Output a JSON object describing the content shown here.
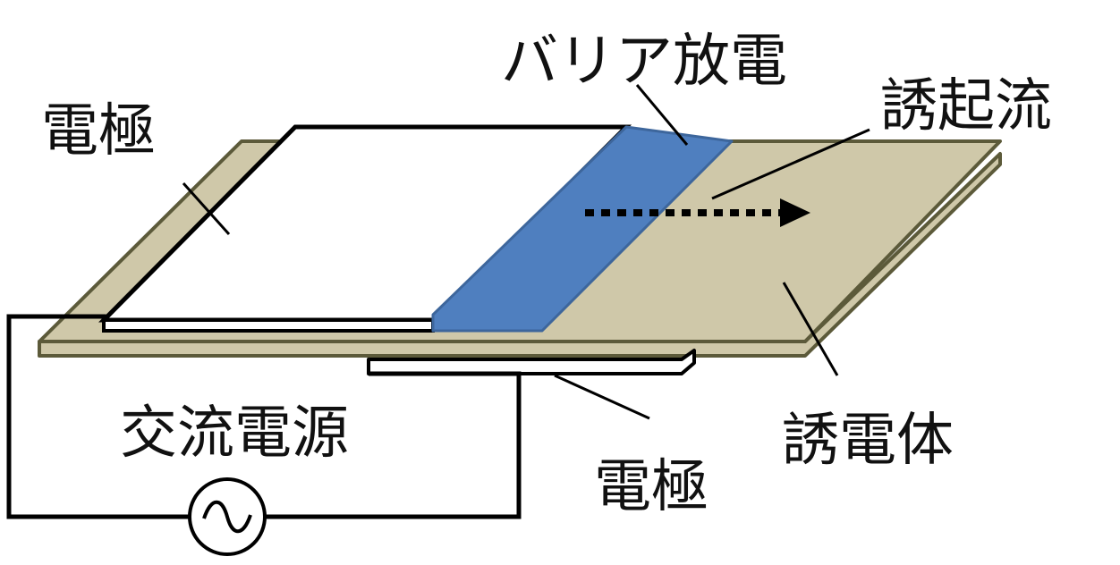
{
  "labels": {
    "top_electrode": "電極",
    "barrier_discharge": "バリア放電",
    "induced_flow": "誘起流",
    "ac_power_supply": "交流電源",
    "dielectric": "誘電体",
    "bottom_electrode": "電極"
  },
  "colors": {
    "dielectric_top": "#cfc8a9",
    "dielectric_edge": "#5c5a3a",
    "plasma": "#4f7fbf",
    "plasma_edge": "#3d669c",
    "wire": "#000000",
    "electrode": "#ffffff"
  },
  "icons": {
    "ac_source": "ac-sine-wave-icon",
    "flow_arrow": "dotted-arrow-right-icon"
  }
}
